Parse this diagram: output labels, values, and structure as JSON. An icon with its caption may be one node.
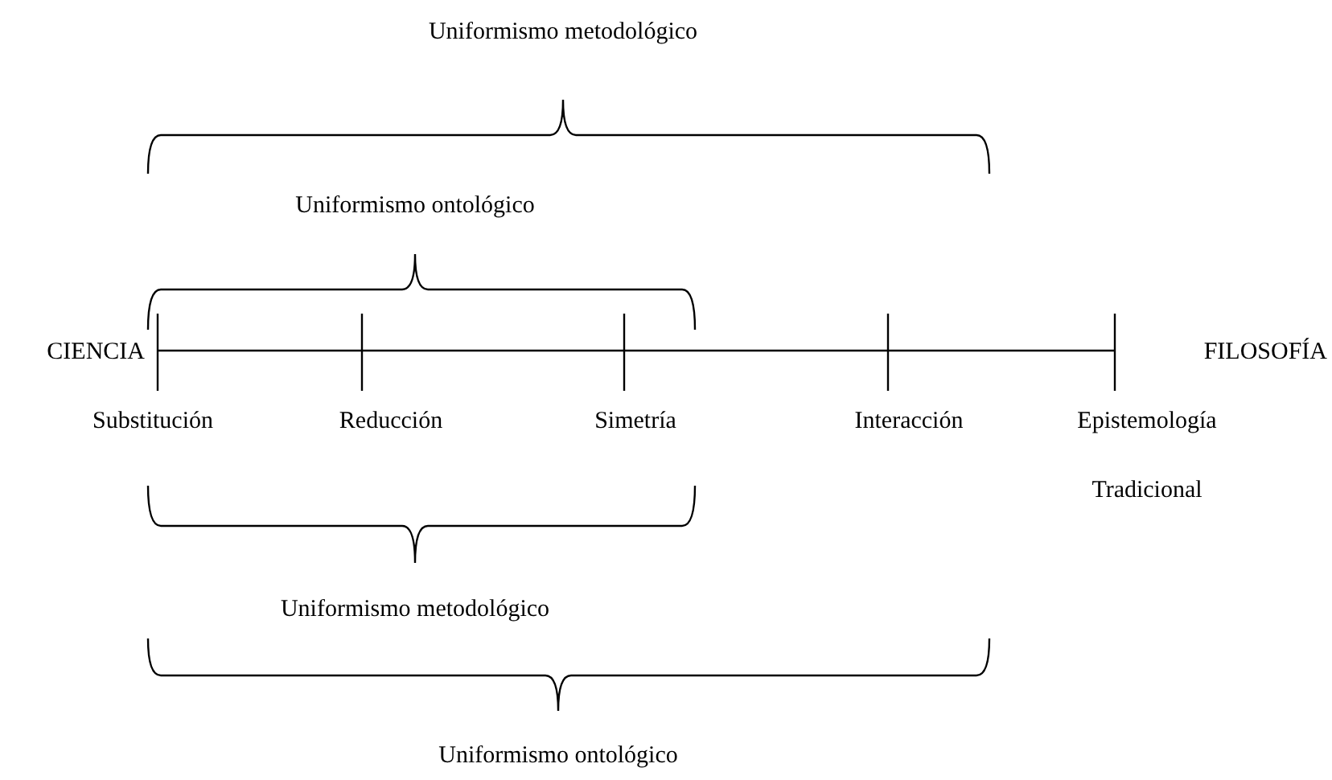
{
  "diagram": {
    "nodes": [
      {
        "text": [
          "CIENCIA"
        ]
      },
      {
        "text": [
          "FILOSOFÍA"
        ]
      }
    ],
    "edges": [
      {
        "from": 0,
        "to": 1,
        "arrow": "none"
      }
    ],
    "labels": [
      "Uniformismo metodológico",
      "Uniformismo ontológico",
      "Substitución",
      "Reducción",
      "Simetría",
      "Interacción",
      "Epistemología Tradicional",
      "Uniformismo metodológico",
      "Uniformismo ontológico"
    ]
  }
}
